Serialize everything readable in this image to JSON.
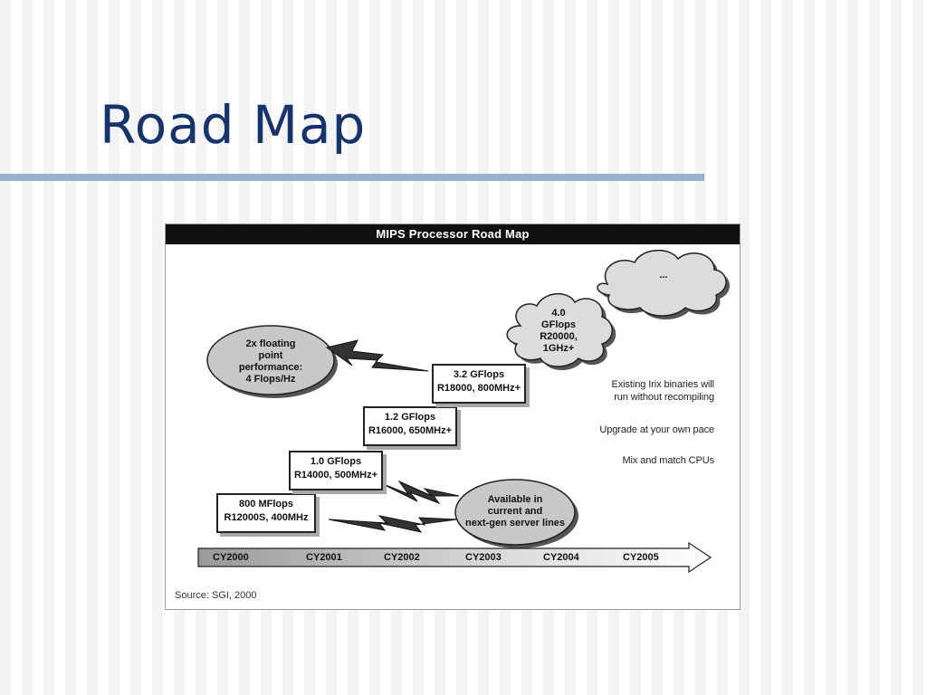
{
  "slide": {
    "title": "Road Map"
  },
  "diagram": {
    "header": "MIPS Processor Road Map",
    "steps": [
      {
        "line1": "800 MFlops",
        "line2": "R12000S, 400MHz"
      },
      {
        "line1": "1.0 GFlops",
        "line2": "R14000, 500MHz+"
      },
      {
        "line1": "1.2 GFlops",
        "line2": "R16000, 650MHz+"
      },
      {
        "line1": "3.2 GFlops",
        "line2": "R18000, 800MHz+"
      }
    ],
    "future_cloud": {
      "lines": [
        "4.0",
        "GFlops",
        "R20000,",
        "1GHz+"
      ]
    },
    "far_cloud": {
      "text": "..."
    },
    "callout_fp": {
      "lines": [
        "2x floating",
        "point",
        "performance:",
        "4 Flops/Hz"
      ]
    },
    "callout_avail": {
      "lines": [
        "Available in",
        "current and",
        "next-gen server lines"
      ]
    },
    "notes": [
      {
        "lines": [
          "Existing Irix binaries will",
          "run without recompiling"
        ]
      },
      {
        "lines": [
          "Upgrade at your own pace"
        ]
      },
      {
        "lines": [
          "Mix and match CPUs"
        ]
      }
    ],
    "timeline": [
      "CY2000",
      "CY2001",
      "CY2002",
      "CY2003",
      "CY2004",
      "CY2005"
    ],
    "source": "Source: SGI, 2000"
  }
}
